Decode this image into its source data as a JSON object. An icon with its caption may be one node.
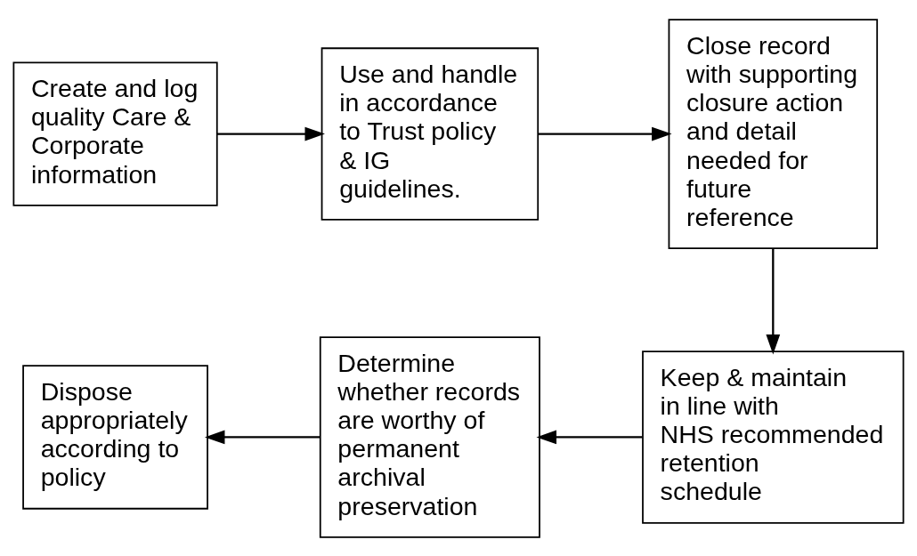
{
  "diagram": {
    "nodes": [
      {
        "text": [
          "Create and log quality Care & Corporate information"
        ]
      },
      {
        "text": [
          "Use and handle in accordance to Trust policy & IG guidelines."
        ]
      },
      {
        "text": [
          "Close record with supporting closure action and detail needed for future reference"
        ]
      },
      {
        "text": [
          "Keep & maintain in line with NHS recommended retention schedule"
        ]
      },
      {
        "text": [
          "Determine whether records are worthy of permanent archival preservation"
        ]
      },
      {
        "text": [
          "Dispose appropriately according to policy"
        ]
      }
    ],
    "edges": [
      {
        "from": 0,
        "to": 1,
        "arrow": "to"
      },
      {
        "from": 1,
        "to": 2,
        "arrow": "to"
      },
      {
        "from": 2,
        "to": 3,
        "arrow": "to"
      },
      {
        "from": 3,
        "to": 4,
        "arrow": "to"
      },
      {
        "from": 4,
        "to": 5,
        "arrow": "to"
      }
    ]
  }
}
